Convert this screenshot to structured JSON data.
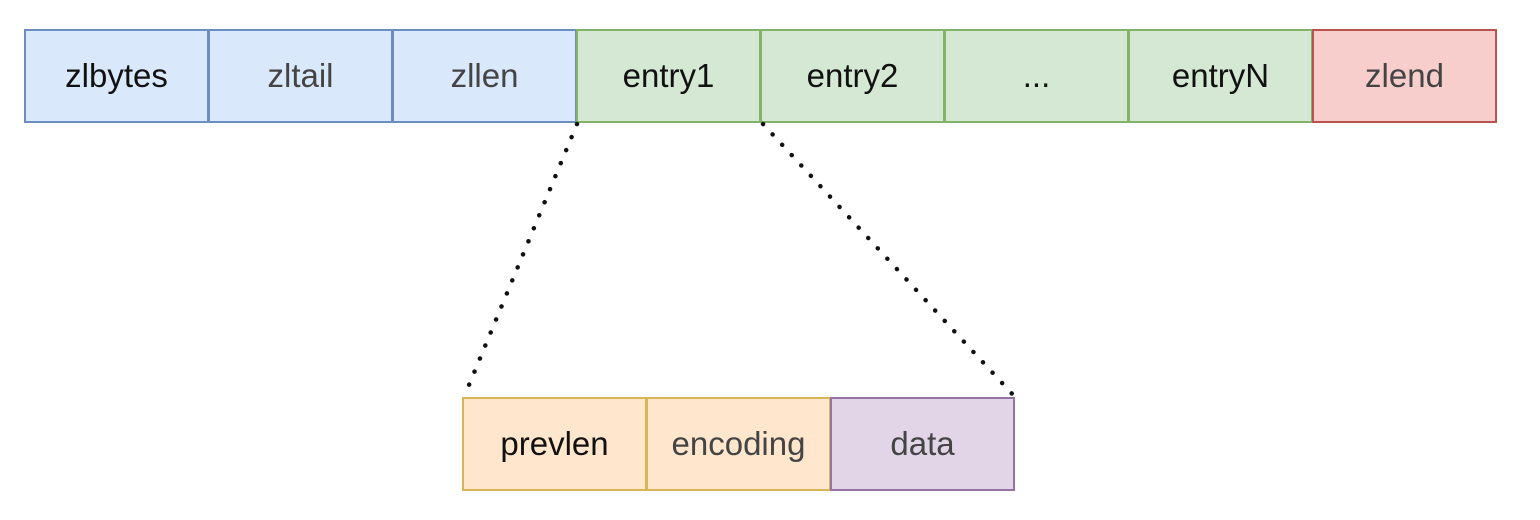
{
  "top_row": [
    {
      "label": "zlbytes",
      "color": "#dae8fc"
    },
    {
      "label": "zltail",
      "color": "#dae8fc"
    },
    {
      "label": "zllen",
      "color": "#dae8fc"
    },
    {
      "label": "entry1",
      "color": "#d5e8d4"
    },
    {
      "label": "entry2",
      "color": "#d5e8d4"
    },
    {
      "label": "...",
      "color": "#d5e8d4"
    },
    {
      "label": "entryN",
      "color": "#d5e8d4"
    },
    {
      "label": "zlend",
      "color": "#f8cecc"
    }
  ],
  "entry_detail": [
    {
      "label": "prevlen",
      "color": "#ffe6cc"
    },
    {
      "label": "encoding",
      "color": "#ffe6cc"
    },
    {
      "label": "data",
      "color": "#e1d5e7"
    }
  ]
}
